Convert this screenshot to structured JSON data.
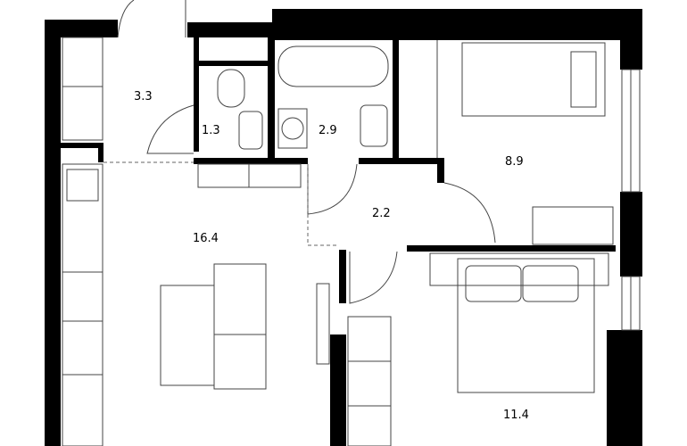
{
  "rooms": [
    {
      "id": "hallway",
      "area": "3.3"
    },
    {
      "id": "toilet",
      "area": "1.3"
    },
    {
      "id": "bathroom",
      "area": "2.9"
    },
    {
      "id": "bedroom-small",
      "area": "8.9"
    },
    {
      "id": "corridor",
      "area": "2.2"
    },
    {
      "id": "kitchen-living",
      "area": "16.4"
    },
    {
      "id": "bedroom-main",
      "area": "11.4"
    }
  ],
  "colors": {
    "wall": "#000000",
    "line": "#444444",
    "background": "#ffffff"
  }
}
